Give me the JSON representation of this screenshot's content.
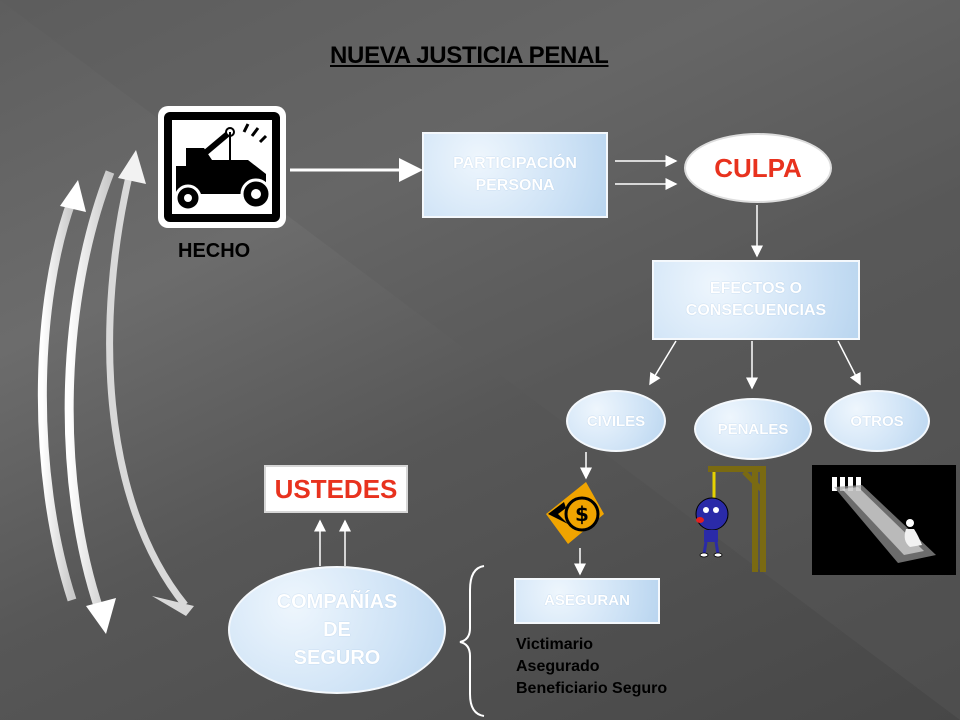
{
  "title": "NUEVA JUSTICIA PENAL",
  "hecho": {
    "label": "HECHO",
    "icon": "tow-truck-icon"
  },
  "participacion": {
    "line1": "PARTICIPACIÓN",
    "line2": "PERSONA"
  },
  "culpa": "CULPA",
  "efectos": {
    "line1": "EFECTOS O",
    "line2": "CONSECUENCIAS"
  },
  "consecuencias": {
    "civiles": "CIVILES",
    "penales": "PENALES",
    "otros": "OTROS"
  },
  "icons": {
    "civiles": "dollar-coin-icon",
    "penales": "gallows-icon",
    "otros": "prisoner-spotlight-icon"
  },
  "ustedes": "USTEDES",
  "companias": {
    "line1": "COMPAÑÍAS",
    "line2": "DE",
    "line3": "SEGURO"
  },
  "aseguran": "ASEGURAN",
  "asegurados": [
    "Victimario",
    "Asegurado",
    "Beneficiario Seguro"
  ],
  "colors": {
    "accent_red": "#e8321e",
    "frost_blue": "#cfe3f6",
    "background": "#5a5a5a"
  }
}
